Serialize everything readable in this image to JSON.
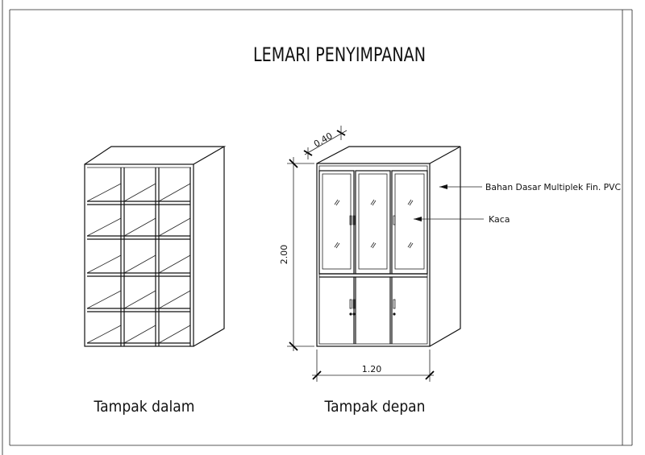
{
  "title": "LEMARI PENYIMPANAN",
  "views": {
    "inside": {
      "label": "Tampak dalam"
    },
    "front": {
      "label": "Tampak depan"
    }
  },
  "dimensions": {
    "depth": "0.40",
    "height": "2.00",
    "width": "1.20"
  },
  "annotations": {
    "material": "Bahan Dasar Multiplek Fin. PVC",
    "glass": "Kaca"
  }
}
